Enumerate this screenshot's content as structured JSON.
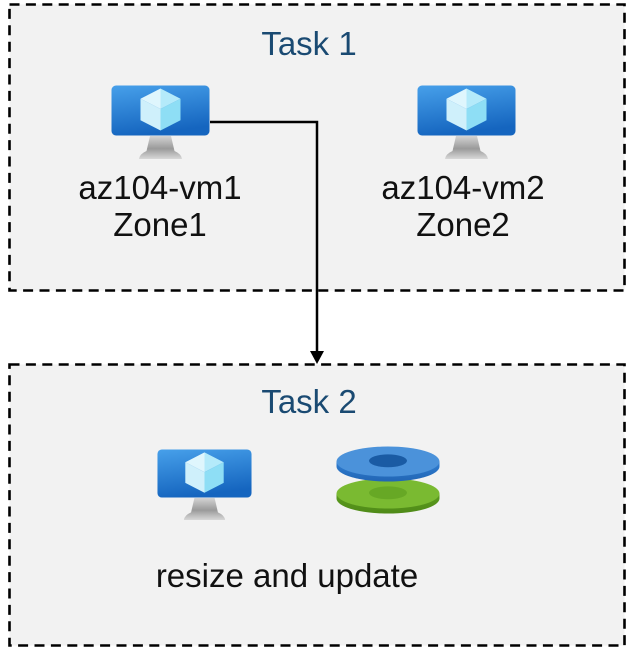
{
  "colors": {
    "box-fill": "#f2f2f2",
    "border": "#000000",
    "title": "#1a4a72",
    "text": "#111111",
    "arrow": "#000000",
    "vm-screen-top": "#3f98e7",
    "vm-screen-bottom": "#1566c0",
    "disk-blue-top": "#4b92da",
    "disk-blue-side": "#2a75c8",
    "disk-blue-hole": "#1a5ba4",
    "disk-green-top": "#7aba31",
    "disk-green-side": "#55931a",
    "disk-green-hole": "#67a825"
  },
  "task1": {
    "title": "Task 1",
    "vms": [
      {
        "name": "az104-vm1",
        "zone": "Zone1",
        "icon": "virtual-machine-icon"
      },
      {
        "name": "az104-vm2",
        "zone": "Zone2",
        "icon": "virtual-machine-icon"
      }
    ]
  },
  "arrow": {
    "from": "az104-vm1",
    "to": "Task 2",
    "style": "elbow-down-arrow"
  },
  "task2": {
    "title": "Task 2",
    "icons": [
      "virtual-machine-icon",
      "disks-icon"
    ],
    "caption": "resize and update"
  }
}
